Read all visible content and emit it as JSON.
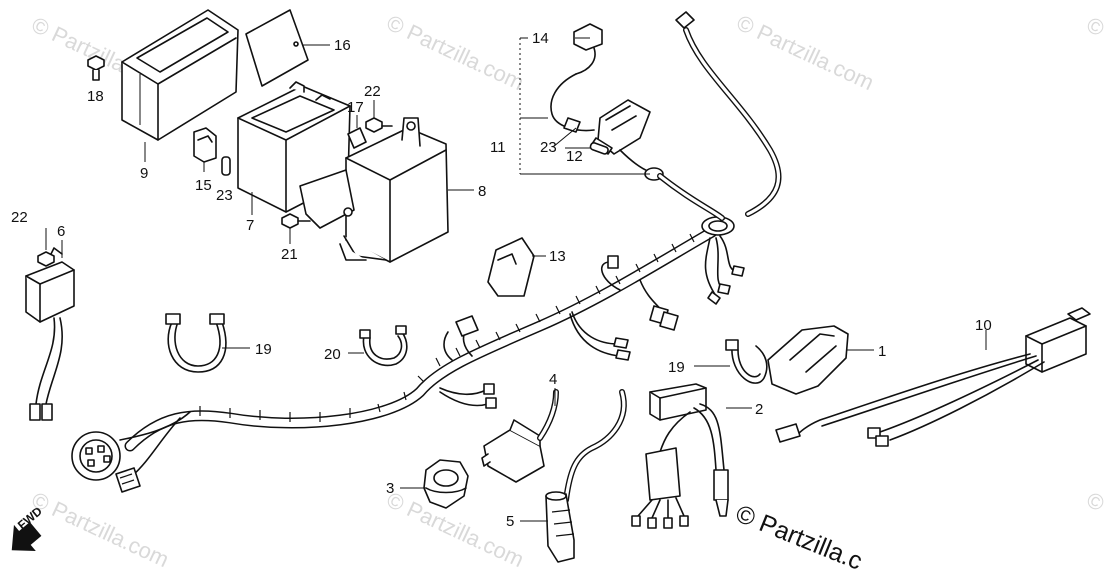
{
  "watermark": {
    "text": "© Partzilla.com",
    "corner_text": "© Partzilla.c"
  },
  "direction_marker": "FWD",
  "callouts": {
    "c1": "1",
    "c2": "2",
    "c3": "3",
    "c4": "4",
    "c5": "5",
    "c6": "6",
    "c7": "7",
    "c8": "8",
    "c9": "9",
    "c10": "10",
    "c11": "11",
    "c12": "12",
    "c13": "13",
    "c14": "14",
    "c15": "15",
    "c16": "16",
    "c17": "17",
    "c18": "18",
    "c19a": "19",
    "c19b": "19",
    "c20": "20",
    "c21": "21",
    "c22a": "22",
    "c22b": "22",
    "c23a": "23",
    "c23b": "23"
  }
}
